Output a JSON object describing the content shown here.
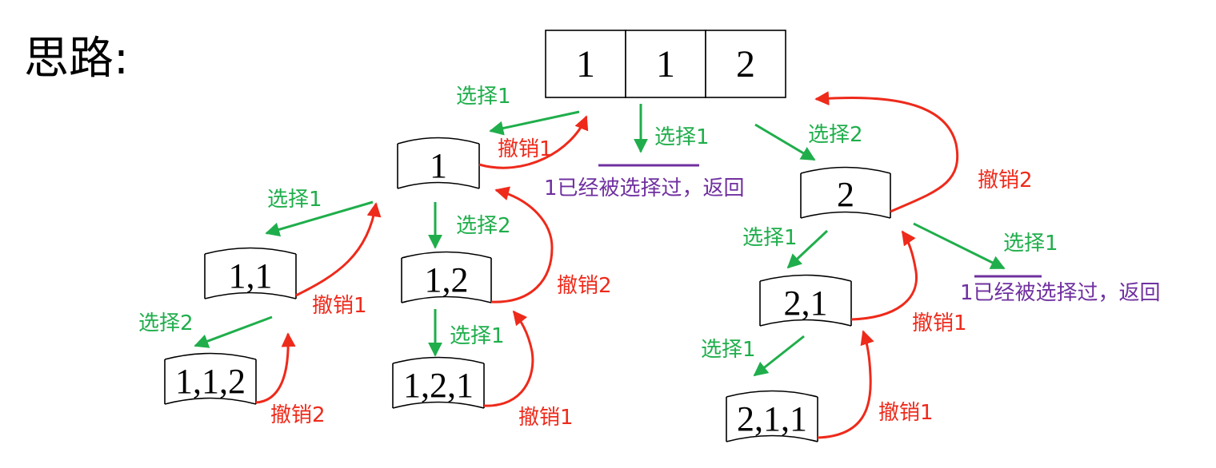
{
  "title": "思路:",
  "array": [
    "1",
    "1",
    "2"
  ],
  "nodes": {
    "n1": "1",
    "n2": "2",
    "n11": "1,1",
    "n12": "1,2",
    "n112": "1,1,2",
    "n121": "1,2,1",
    "n21": "2,1",
    "n211": "2,1,1"
  },
  "labels": {
    "select_root_1": "选择1",
    "undo_n1": "撤销1",
    "select_root_1b": "选择1",
    "skip_root": "1已经被选择过，返回",
    "select_root_2": "选择2",
    "undo_n2": "撤销2",
    "select_n1_1": "选择1",
    "select_n1_2": "选择2",
    "undo_n11": "撤销1",
    "undo_n12": "撤销2",
    "select_n11_2": "选择2",
    "undo_n112": "撤销2",
    "select_n12_1": "选择1",
    "undo_n121": "撤销1",
    "select_n2_1": "选择1",
    "select_n2_1b": "选择1",
    "skip_n2": "1已经被选择过，返回",
    "undo_n21": "撤销1",
    "select_n21_1": "选择1",
    "undo_n211": "撤销1"
  },
  "colors": {
    "select": "#1fae4b",
    "undo": "#ee2a1b",
    "skip": "#7030a0"
  }
}
